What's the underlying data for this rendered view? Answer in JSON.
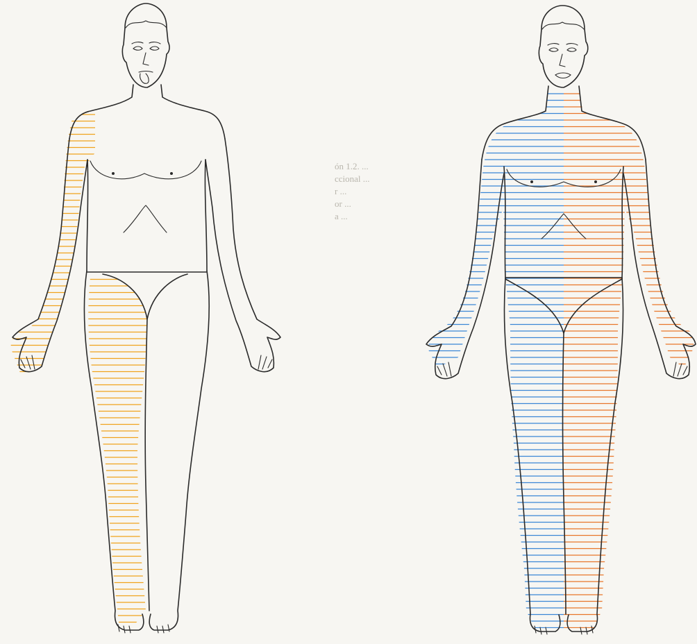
{
  "figures": [
    {
      "id": "left-figure",
      "hatch_colors": [
        "#f0a21c"
      ],
      "regions": [
        "right-arm",
        "right-upper-chest",
        "right-groin-hip",
        "right-leg"
      ]
    },
    {
      "id": "right-figure",
      "hatch_colors": [
        "#3a86d6",
        "#e8762a"
      ],
      "regions": [
        "left-half-neck-to-foot",
        "right-half-neck-to-foot"
      ]
    }
  ],
  "colors": {
    "page": "#f7f6f2",
    "outline": "#2a2a2a",
    "orange_hatch": "#f0a21c",
    "blue_hatch": "#3a86d6",
    "red_orange_hatch": "#e8762a",
    "bleed_through_text": "#b9b6ad"
  },
  "bleed_through_lines": [
    "ón 1.2. ...",
    "ccional ...",
    "r ...",
    "or ...",
    "a ..."
  ]
}
